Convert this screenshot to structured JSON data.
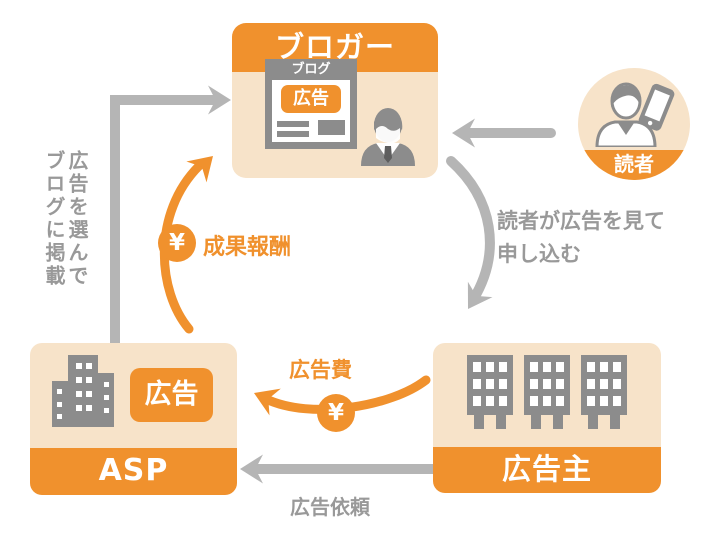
{
  "colors": {
    "orange": "#F0912D",
    "peach": "#F7E3C9",
    "arrow_gray": "#B5B5B5",
    "icon_gray": "#8C8C8C",
    "label_gray": "#999999",
    "white": "#FFFFFF"
  },
  "blogger": {
    "title": "ブロガー",
    "blog_header": "ブログ",
    "ad_badge": "広告"
  },
  "reader": {
    "label": "読者"
  },
  "asp": {
    "title": "ASP",
    "ad_badge": "広告"
  },
  "advertiser": {
    "title": "広告主"
  },
  "labels": {
    "reward": "成果報酬",
    "reward_badge": "¥",
    "ad_fee": "広告費",
    "ad_fee_badge": "¥",
    "ad_request": "広告依頼",
    "reader_action_line1": "読者が広告を見て",
    "reader_action_line2": "申し込む",
    "select_post_col1": "広告を選んで",
    "select_post_col2": "ブログに掲載"
  }
}
